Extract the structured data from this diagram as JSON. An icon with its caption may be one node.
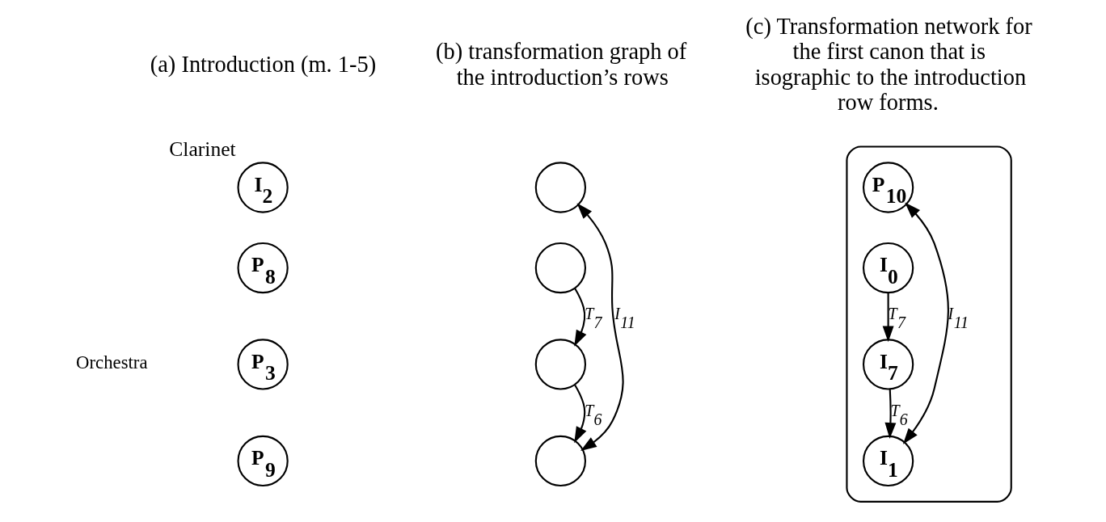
{
  "diagram": {
    "nodes": [
      {
        "text": [
          "I$_{2}$"
        ],
        "beside": [
          "Clarinet"
        ]
      },
      {
        "text": [
          "P$_{8}$"
        ]
      },
      {
        "text": [
          "P$_{3}$"
        ]
      },
      {
        "text": [
          "P$_{9}$"
        ]
      },
      {
        "text": [],
        "shape": "circle"
      },
      {
        "text": [],
        "shape": "circle"
      },
      {
        "text": [],
        "shape": "circle"
      },
      {
        "text": [],
        "shape": "circle"
      },
      {
        "text": [],
        "shape": "box"
      },
      {
        "text": [
          "P$_{10}$"
        ],
        "in": 8
      },
      {
        "text": [
          "I$_{0}$"
        ],
        "in": 8
      },
      {
        "text": [
          "I$_{7}$"
        ],
        "in": 8
      },
      {
        "text": [
          "I$_{1}$"
        ],
        "in": 8
      }
    ],
    "edges": [
      {
        "from": 5,
        "to": 6,
        "arrow": "to",
        "label": "T$_{7}$"
      },
      {
        "from": 6,
        "to": 7,
        "arrow": "to",
        "label": "T$_{6}$"
      },
      {
        "from": 4,
        "to": 7,
        "arrow": "both",
        "label": "I$_{11}$"
      },
      {
        "from": 10,
        "to": 11,
        "arrow": "to",
        "label": "T$_{7}$"
      },
      {
        "from": 11,
        "to": 12,
        "arrow": "to",
        "label": "T$_{6}$"
      },
      {
        "from": 9,
        "to": 12,
        "arrow": "both",
        "label": "I$_{11}$"
      }
    ],
    "labels": [
      "(a) Introduction (m. 1-5)",
      "(b) transformation graph of the introduction’s rows",
      "(c) Transformation network for the first canon that is isographic to the introduction row forms.",
      "Orchestra"
    ]
  }
}
